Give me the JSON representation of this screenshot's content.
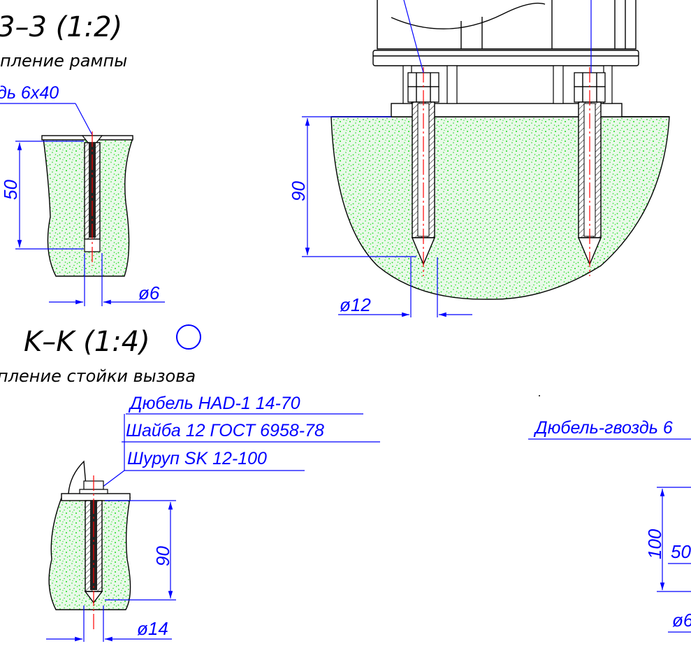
{
  "section_33": {
    "title": "3–3 (1:2)",
    "caption": "пление рампы",
    "leader_label": "дь 6х40",
    "dim_depth": "50",
    "dim_diameter": "ø6"
  },
  "section_top": {
    "dim_depth": "90",
    "dim_diameter": "ø12"
  },
  "section_kk": {
    "title": "K–K (1:4)",
    "caption": "пление стойки вызова",
    "callout_lines": [
      "Дюбель HAD-1  14-70",
      "Шайба 12 ГОСТ 6958-78",
      "Шуруп SK 12-100"
    ],
    "dim_depth": "90",
    "dim_diameter": "ø14"
  },
  "section_right": {
    "leader_label": "Дюбель-гвоздь 6",
    "dim_total": "100",
    "dim_depth": "50",
    "dim_diameter": "ø6"
  },
  "colors": {
    "concrete": "#22dd22",
    "dimension": "#0000ff",
    "axis": "#ff0000",
    "outline": "#000000"
  }
}
